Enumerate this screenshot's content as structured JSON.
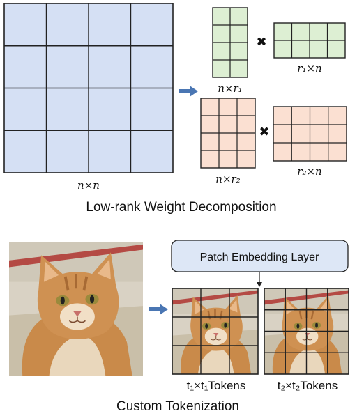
{
  "colors": {
    "blue": "#d5e0f4",
    "green": "#ddefd3",
    "peach": "#fbe0d2",
    "arrow": "#4a76b3",
    "grid": "#222222",
    "box_fill": "#dde7f6"
  },
  "decomposition": {
    "big_matrix_label": "n×n",
    "factor1_left_label": "n×r₁",
    "factor1_right_label": "r₁×n",
    "factor2_left_label": "n×r₂",
    "factor2_right_label": "r₂×n",
    "times_symbol": "✖",
    "caption": "Low-rank Weight Decomposition"
  },
  "tokenization": {
    "embedding_layer_label": "Patch Embedding Layer",
    "tokens1_label": "t₁×t₁Tokens",
    "tokens2_label": "t₂×t₂Tokens",
    "caption": "Custom Tokenization",
    "image_subject": "cat-photo"
  }
}
